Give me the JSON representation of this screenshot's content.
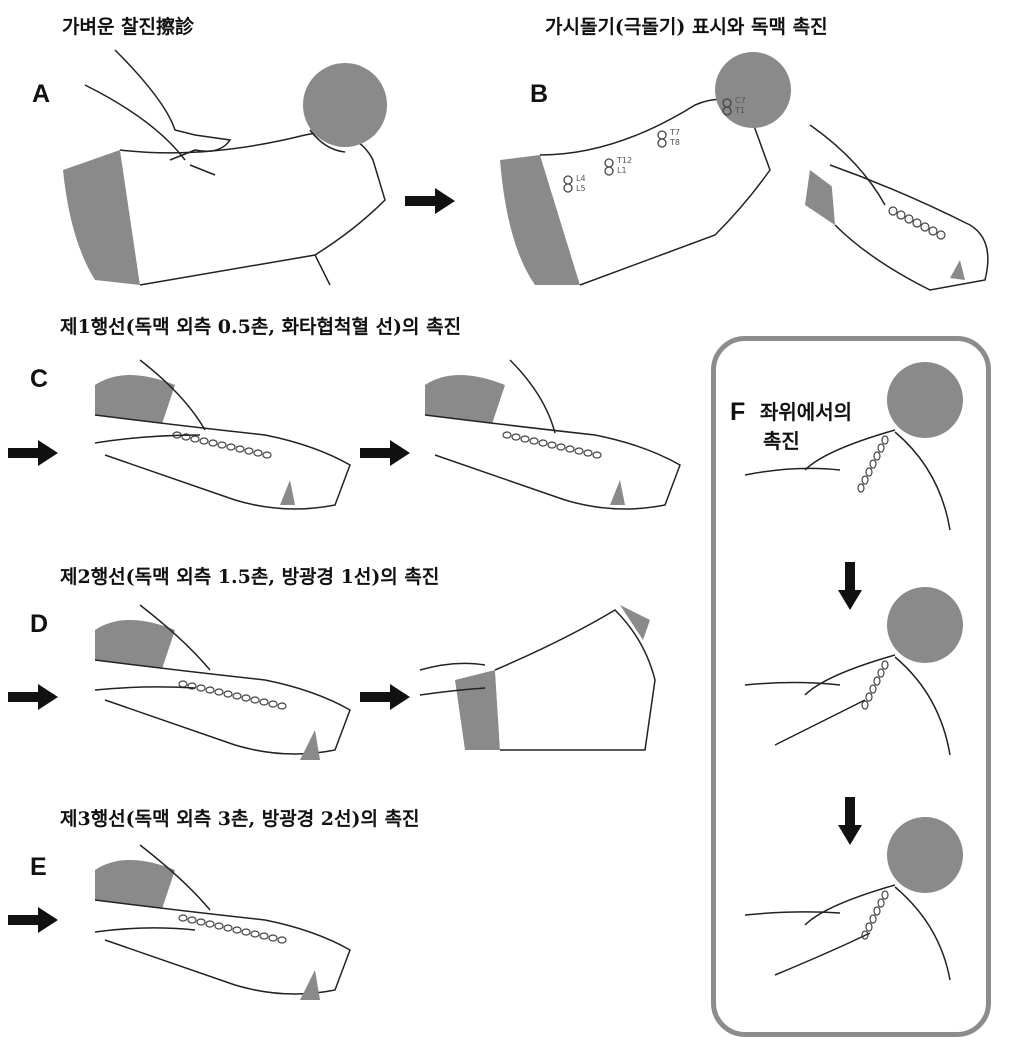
{
  "captions": {
    "a": "가벼운 찰진擦診",
    "b": "가시돌기(극돌기) 표시와 독맥 촉진",
    "c": "제1행선(독맥 외측 0.5촌, 화타협척혈 선)의 촉진",
    "d": "제2행선(독맥 외측 1.5촌, 방광경 1선)의 촉진",
    "e": "제3행선(독맥 외측 3촌, 방광경 2선)의 촉진"
  },
  "labels": {
    "a": "A",
    "b": "B",
    "c": "C",
    "d": "D",
    "e": "E",
    "f": "F"
  },
  "f_title": {
    "line1": "좌위에서의",
    "line2": "촉진"
  },
  "vertebra_labels": [
    "C7",
    "T1",
    "T7",
    "T8",
    "T12",
    "L1",
    "L4",
    "L5"
  ],
  "colors": {
    "shade": "#8a8a8a",
    "line": "#222222",
    "box_border": "#8c8c8c"
  }
}
